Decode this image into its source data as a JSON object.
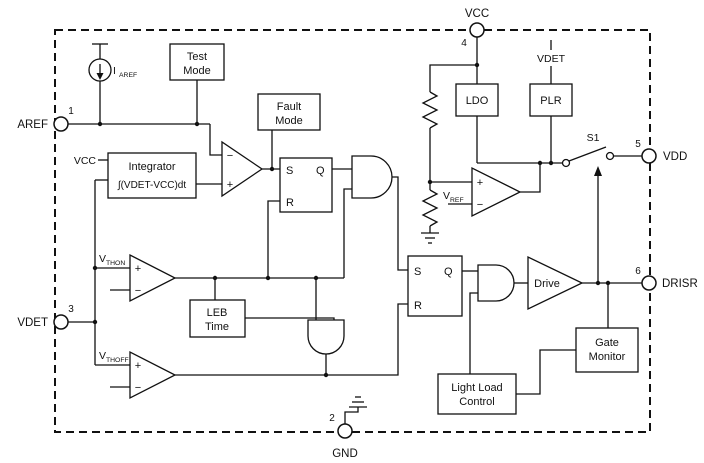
{
  "pins": {
    "p1": {
      "num": "1",
      "label": "AREF"
    },
    "p2": {
      "num": "2",
      "label": "GND"
    },
    "p3": {
      "num": "3",
      "label": "VDET"
    },
    "p4": {
      "num": "4",
      "label": "VCC"
    },
    "p5": {
      "num": "5",
      "label": "VDD"
    },
    "p6": {
      "num": "6",
      "label": "DRISR"
    }
  },
  "blocks": {
    "test_mode": {
      "l1": "Test",
      "l2": "Mode"
    },
    "fault_mode": {
      "l1": "Fault",
      "l2": "Mode"
    },
    "integrator": {
      "l1": "Integrator",
      "l2": "∫(VDET-VCC)dt"
    },
    "leb_time": {
      "l1": "LEB",
      "l2": "Time"
    },
    "ldo": {
      "l1": "LDO"
    },
    "plr": {
      "l1": "PLR"
    },
    "drive": {
      "l1": "Drive"
    },
    "gate_monitor": {
      "l1": "Gate",
      "l2": "Monitor"
    },
    "light_load_control": {
      "l1": "Light Load",
      "l2": "Control"
    }
  },
  "latches": {
    "s": "S",
    "q": "Q",
    "r": "R"
  },
  "nets": {
    "vcc_internal": "VCC",
    "vdet_plr": "VDET",
    "s1": "S1"
  },
  "symbols": {
    "plus": "+",
    "minus": "−",
    "iaref": {
      "main": "I",
      "sub": "AREF"
    },
    "vthon": {
      "main": "V",
      "sub": "THON"
    },
    "vthoff": {
      "main": "V",
      "sub": "THOFF"
    },
    "vref": {
      "main": "V",
      "sub": "REF"
    }
  }
}
